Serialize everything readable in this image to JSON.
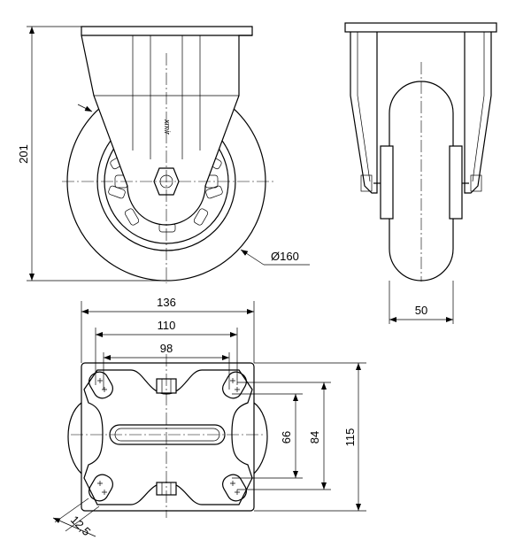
{
  "diagram": {
    "units": "mm",
    "views": [
      "side-view",
      "front-view",
      "top-view"
    ],
    "dimensions": {
      "total_height": "201",
      "wheel_diameter": "Ø160",
      "wheel_width": "50",
      "plate_length": "136",
      "bolt_spacing_long": "110",
      "bolt_spacing_long_alt": "98",
      "plate_width": "115",
      "bolt_spacing_short": "84",
      "bolt_spacing_short_alt": "66",
      "bolt_hole": "12,5"
    },
    "logo_text": "xmir"
  }
}
